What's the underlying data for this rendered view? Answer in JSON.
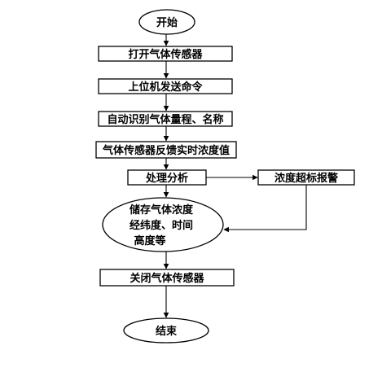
{
  "nodes": {
    "start": "开始",
    "open_sensor": "打开气体传感器",
    "host_command": "上位机发送命令",
    "auto_identify": "自动识别气体量程、名称",
    "sensor_feedback": "气体传感器反馈实时浓度值",
    "process": "处理分析",
    "alarm": "浓度超标报警",
    "store_line1": "储存气体浓度",
    "store_line2": "经纬度、时间",
    "store_line3": "高度等",
    "close_sensor": "关闭气体传感器",
    "end": "结束"
  }
}
